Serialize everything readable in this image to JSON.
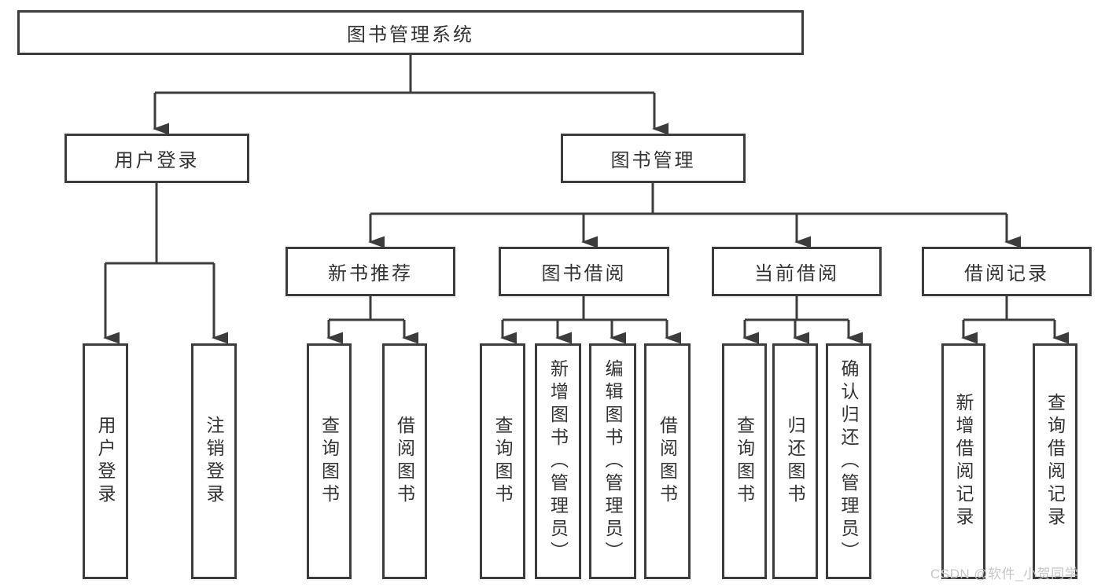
{
  "diagram": {
    "tree": {
      "label": "图书管理系统",
      "children": [
        {
          "label": "用户登录",
          "children": [
            {
              "label": "用户登录"
            },
            {
              "label": "注销登录"
            }
          ]
        },
        {
          "label": "图书管理",
          "children": [
            {
              "label": "新书推荐",
              "children": [
                {
                  "label": "查询图书"
                },
                {
                  "label": "借阅图书"
                }
              ]
            },
            {
              "label": "图书借阅",
              "children": [
                {
                  "label": "查询图书"
                },
                {
                  "label": "新增图书（管理员）"
                },
                {
                  "label": "编辑图书（管理员）"
                },
                {
                  "label": "借阅图书"
                }
              ]
            },
            {
              "label": "当前借阅",
              "children": [
                {
                  "label": "查询图书"
                },
                {
                  "label": "归还图书"
                },
                {
                  "label": "确认归还（管理员）"
                }
              ]
            },
            {
              "label": "借阅记录",
              "children": [
                {
                  "label": "新增借阅记录"
                },
                {
                  "label": "查询借阅记录"
                }
              ]
            }
          ]
        }
      ]
    },
    "colors": {
      "line": "#3c3c3c",
      "text": "#333333",
      "background": "#ffffff",
      "watermark": "#c6c6c6"
    }
  },
  "watermark": {
    "text": "CSDN @软件_小贺同学"
  }
}
